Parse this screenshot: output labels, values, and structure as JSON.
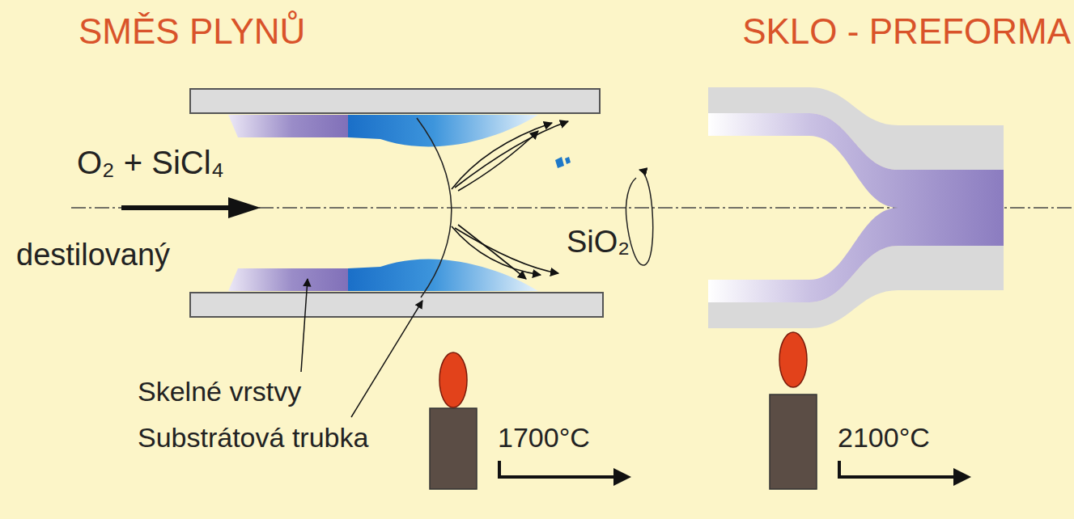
{
  "diagram": {
    "labels": [
      "SMĚS PLYNŮ",
      "SKLO - PREFORMA",
      "O₂ + SiCl₄",
      "destilovaný",
      "SiO₂",
      "Skelné vrstvy",
      "Substrátová trubka",
      "1700°C",
      "2100°C"
    ]
  }
}
